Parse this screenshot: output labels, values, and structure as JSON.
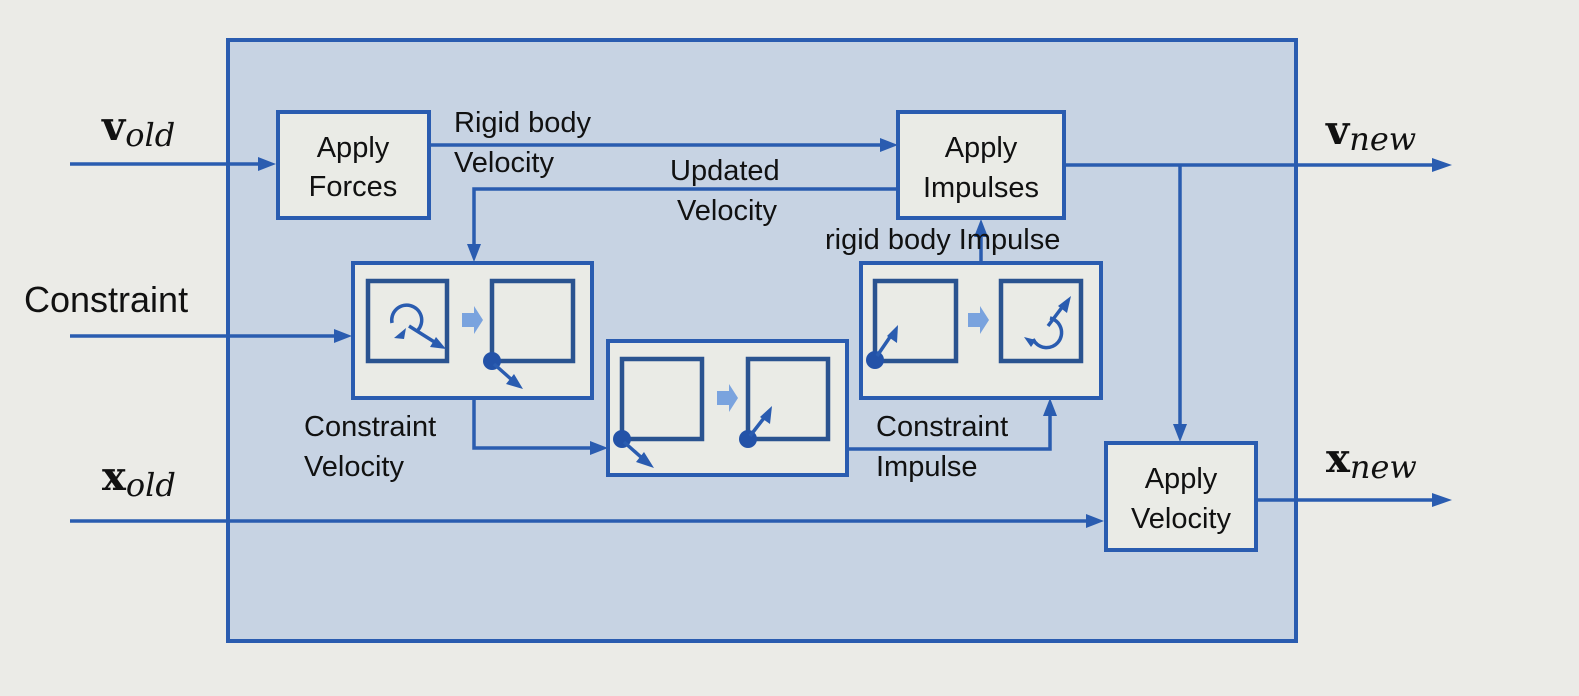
{
  "inputs": {
    "v_old": {
      "symbol": "v",
      "subscript": "old"
    },
    "constraint": "Constraint",
    "x_old": {
      "symbol": "x",
      "subscript": "old"
    }
  },
  "outputs": {
    "v_new": {
      "symbol": "v",
      "subscript": "new"
    },
    "x_new": {
      "symbol": "x",
      "subscript": "new"
    }
  },
  "blocks": {
    "apply_forces": [
      "Apply",
      "Forces"
    ],
    "apply_impulses": [
      "Apply",
      "Impulses"
    ],
    "apply_velocity": [
      "Apply",
      "Velocity"
    ]
  },
  "edge_labels": {
    "rigid_body_velocity": [
      "Rigid body",
      "Velocity"
    ],
    "updated_velocity": [
      "Updated",
      "Velocity"
    ],
    "rigid_body_impulse": "rigid body Impulse",
    "constraint_velocity": [
      "Constraint",
      "Velocity"
    ],
    "constraint_impulse": [
      "Constraint",
      "Impulse"
    ]
  },
  "stages": [
    {
      "name": "rigid-to-constraint-velocity",
      "from_icon": "rotation-velocity-icon",
      "to_icon": "point-velocity-icon"
    },
    {
      "name": "constraint-solve",
      "from_icon": "point-velocity-icon",
      "to_icon": "point-impulse-icon"
    },
    {
      "name": "constraint-to-rigid-impulse",
      "from_icon": "point-impulse-icon",
      "to_icon": "rotation-impulse-icon"
    }
  ],
  "colors": {
    "background": "#ebebe7",
    "panel": "#c7d3e3",
    "line": "#2a5cb0",
    "block_fill": "#eaebe6",
    "step_arrow": "#7aa3de"
  }
}
